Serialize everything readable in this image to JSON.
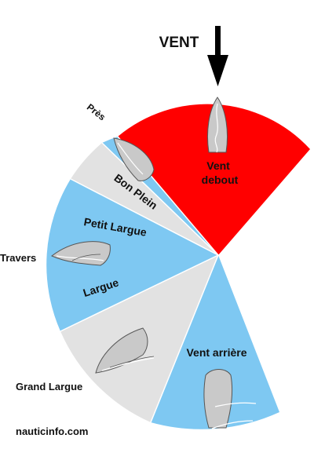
{
  "title": "VENT",
  "sectors": {
    "vent_debout": "Vent\ndebout",
    "pres": "Près",
    "bon_plein": "Bon Plein",
    "petit_largue": "Petit Largue",
    "largue": "Largue",
    "travers": "Travers",
    "grand_largue": "Grand Largue",
    "vent_arriere": "Vent arrière"
  },
  "source": "nauticinfo.com",
  "colors": {
    "red": "#ff0000",
    "blue": "#7ec8f2",
    "grey": "#e2e2e2",
    "arrow": "#000000"
  }
}
